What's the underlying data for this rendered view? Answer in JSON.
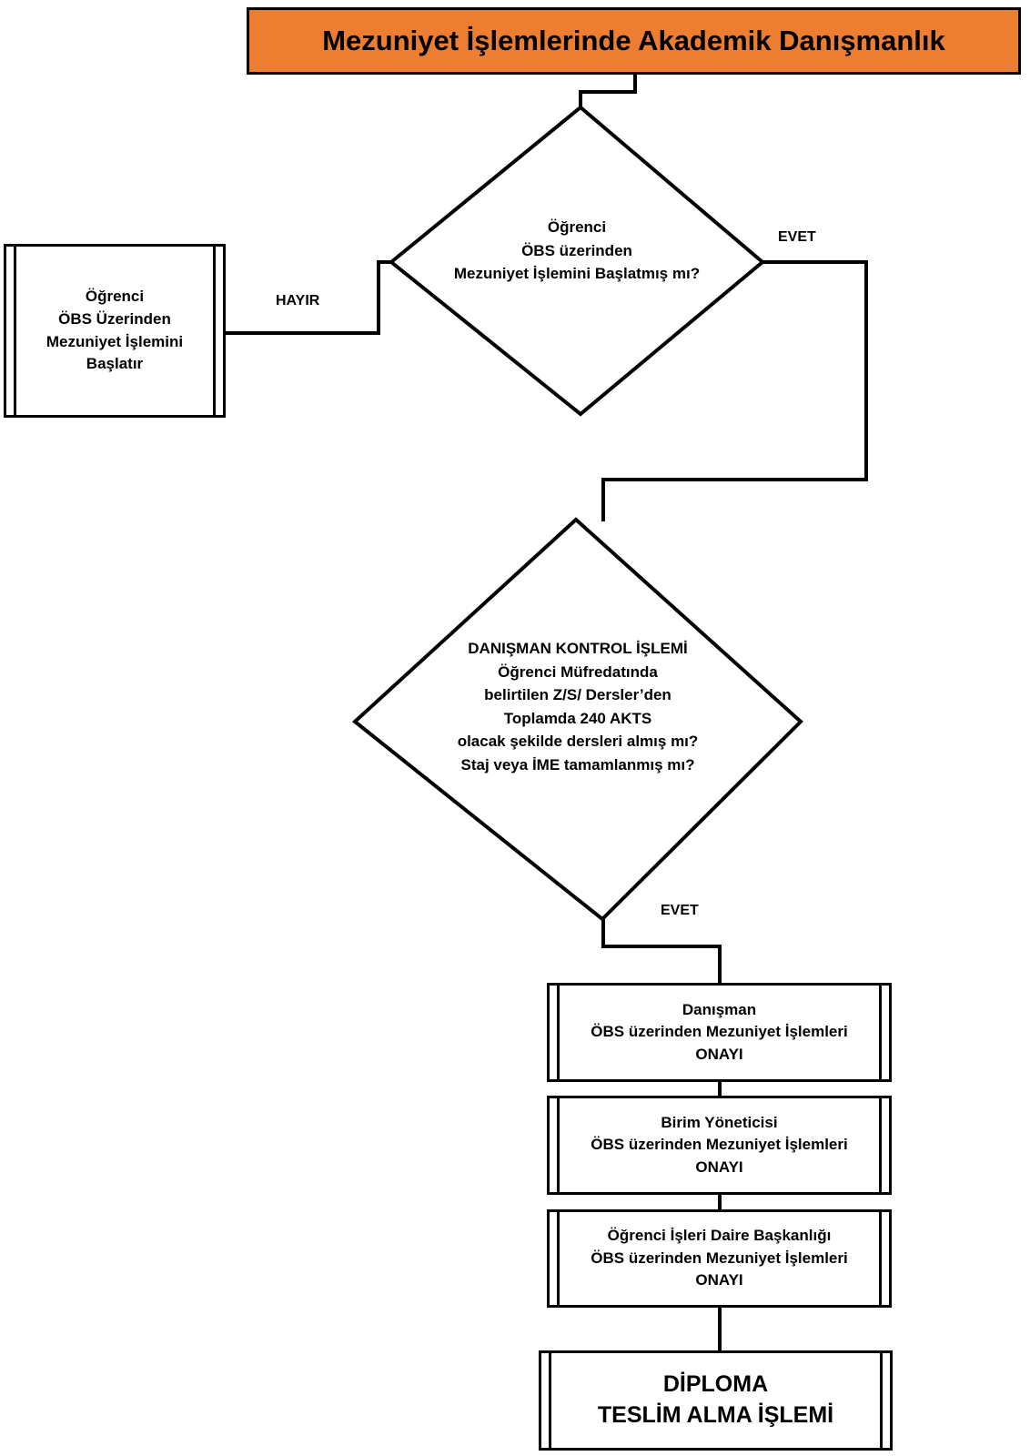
{
  "diagram": {
    "type": "flowchart",
    "language": "tr",
    "title": "Mezuniyet İşlemlerinde Akademik Danışmanlık",
    "accent_color": "#ED7D31",
    "line_color": "#000000",
    "background_color": "#FFFFFF"
  },
  "nodes": {
    "title_banner": {
      "label": "Mezuniyet İşlemlerinde Akademik Danışmanlık",
      "shape": "banner",
      "fill": "#ED7D31"
    },
    "start_process": {
      "label": "Öğrenci\nÖBS Üzerinden\nMezuniyet İşlemini\nBaşlatır",
      "shape": "predefined-process"
    },
    "decision_started": {
      "label": "Öğrenci\nÖBS üzerinden\nMezuniyet İşlemini Başlatmış mı?",
      "shape": "decision"
    },
    "decision_advisor_check": {
      "label": "DANIŞMAN KONTROL İŞLEMİ\nÖğrenci Müfredatında\nbelirtilen Z/S/ Dersler’den\nToplamda 240 AKTS\nolacak şekilde dersleri almış mı?\nStaj veya İME tamamlanmış mı?",
      "shape": "decision"
    },
    "advisor_approval": {
      "label": "Danışman\nÖBS üzerinden Mezuniyet İşlemleri\nONAYI",
      "shape": "predefined-process"
    },
    "unit_manager_approval": {
      "label": "Birim Yöneticisi\nÖBS üzerinden Mezuniyet İşlemleri\nONAYI",
      "shape": "predefined-process"
    },
    "registrar_approval": {
      "label": "Öğrenci İşleri Daire Başkanlığı\nÖBS üzerinden Mezuniyet İşlemleri\nONAYI",
      "shape": "predefined-process"
    },
    "diploma_handover": {
      "label": "DİPLOMA\nTESLİM ALMA İŞLEMİ",
      "shape": "predefined-process"
    }
  },
  "edges": [
    {
      "from": "title_banner",
      "to": "decision_started",
      "label": ""
    },
    {
      "from": "decision_started",
      "to": "start_process",
      "label": "HAYIR"
    },
    {
      "from": "decision_started",
      "to": "decision_advisor_check",
      "label": "EVET"
    },
    {
      "from": "decision_advisor_check",
      "to": "advisor_approval",
      "label": "EVET"
    },
    {
      "from": "advisor_approval",
      "to": "unit_manager_approval",
      "label": ""
    },
    {
      "from": "unit_manager_approval",
      "to": "registrar_approval",
      "label": ""
    },
    {
      "from": "registrar_approval",
      "to": "diploma_handover",
      "label": ""
    }
  ],
  "edge_labels": {
    "hayir": "HAYIR",
    "evet_1": "EVET",
    "evet_2": "EVET"
  }
}
